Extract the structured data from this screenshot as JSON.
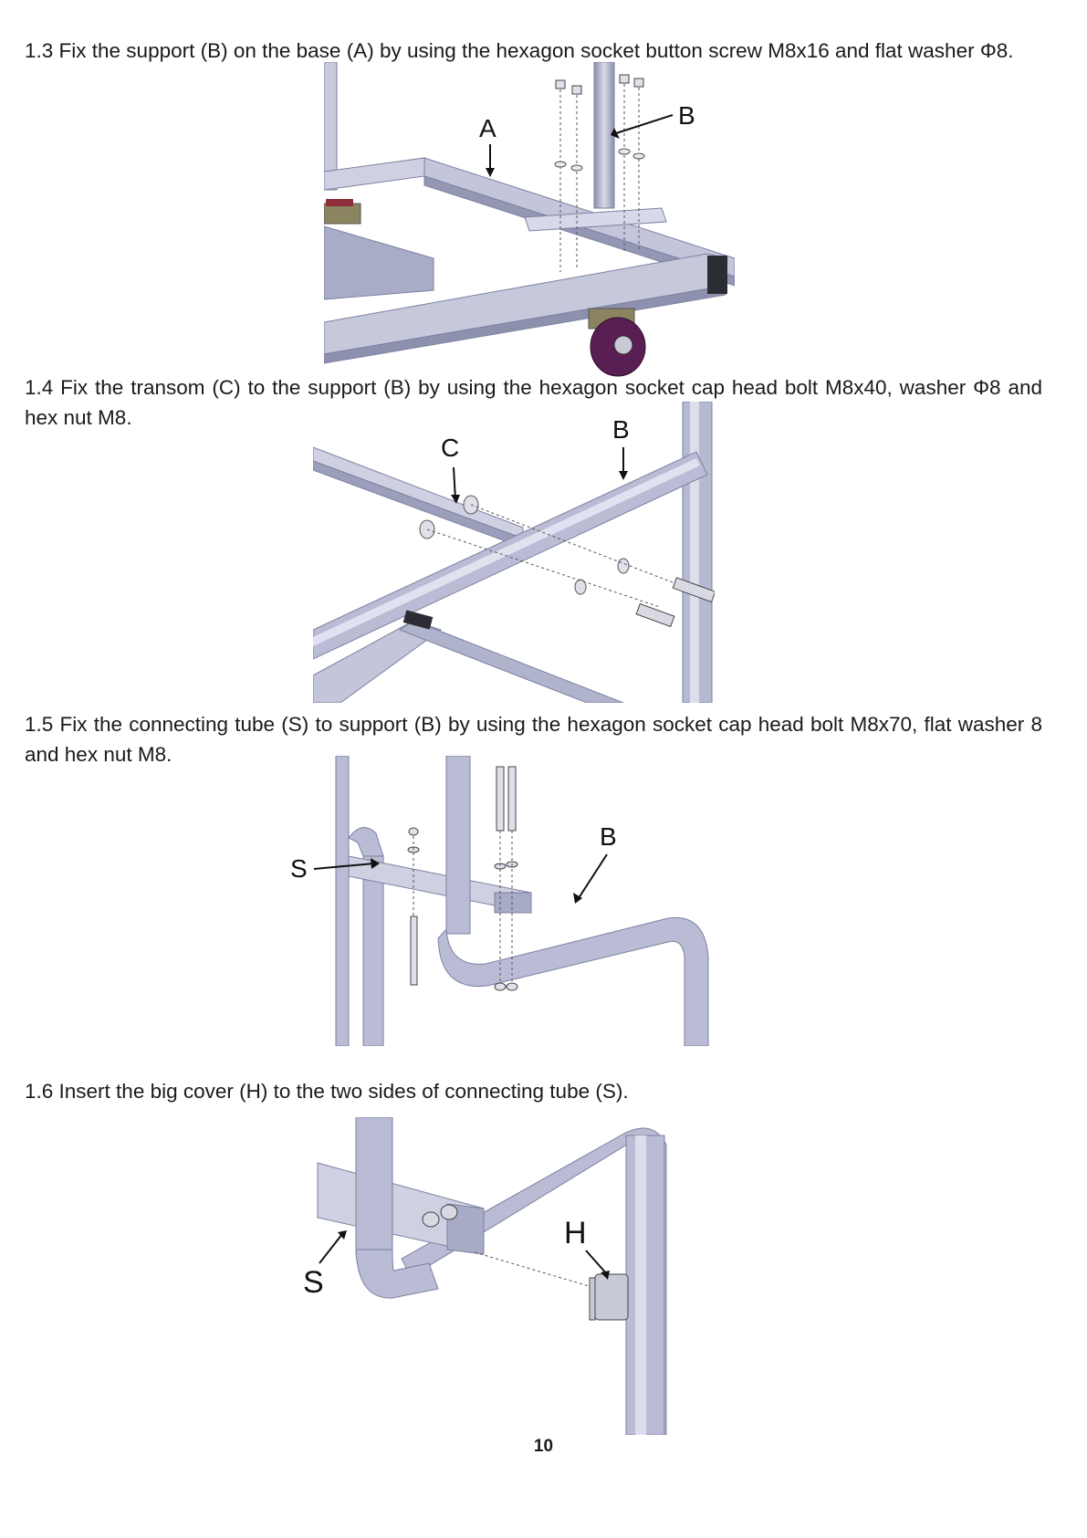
{
  "steps": [
    {
      "id": "1.3",
      "text": "1.3 Fix the support (B) on the base (A) by using the hexagon socket button screw M8x16 and flat washer Φ8."
    },
    {
      "id": "1.4",
      "text": "1.4 Fix the transom (C) to the support (B) by using the hexagon socket cap head bolt M8x40, washer Φ8 and hex nut M8."
    },
    {
      "id": "1.5",
      "text": "1.5 Fix the connecting tube (S) to support (B) by using the hexagon socket cap head bolt M8x70, flat washer 8 and hex nut M8."
    },
    {
      "id": "1.6",
      "text": "1.6 Insert the big cover (H) to the two sides of connecting tube (S)."
    }
  ],
  "figures": {
    "fig1": {
      "labels": {
        "a": "A",
        "b": "B"
      }
    },
    "fig2": {
      "labels": {
        "c": "C",
        "b": "B"
      }
    },
    "fig3": {
      "labels": {
        "s": "S",
        "b": "B"
      }
    },
    "fig4": {
      "labels": {
        "s": "S",
        "h": "H"
      }
    }
  },
  "page_number": "10",
  "colors": {
    "metal": "#b9bcd4",
    "metal_dark": "#7d80a0",
    "metal_light": "#dcdeec",
    "wheel": "#5a1f52",
    "caster": "#8a8460"
  }
}
